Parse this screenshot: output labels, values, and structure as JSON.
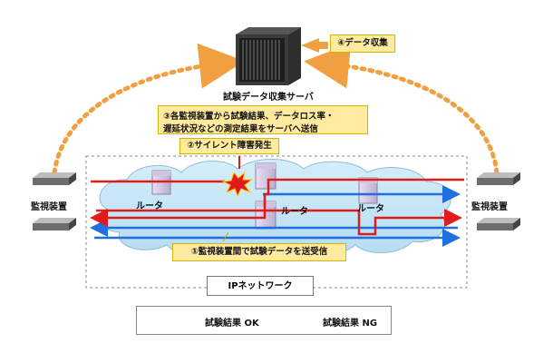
{
  "server": {
    "label": "試験データ収集サーバ"
  },
  "callouts": {
    "data_collection": "④データ収集",
    "send_results_line1": "③各監視装置から試験結果、データロス率・",
    "send_results_line2": "遅延状況などの測定結果をサーバへ送信",
    "silent_failure": "②サイレント障害発生",
    "send_receive": "①監視装置間で試験データを送受信"
  },
  "labels": {
    "monitor_left": "監視装置",
    "monitor_right": "監視装置",
    "router_left": "ルータ",
    "router_center": "ルータ",
    "router_right": "ルータ",
    "network": "IPネットワーク"
  },
  "legend": {
    "ok_label": "試験結果 OK",
    "ng_label": "試験結果 NG",
    "ok_color": "#1f6fe0",
    "ng_color": "#e01b1b"
  }
}
